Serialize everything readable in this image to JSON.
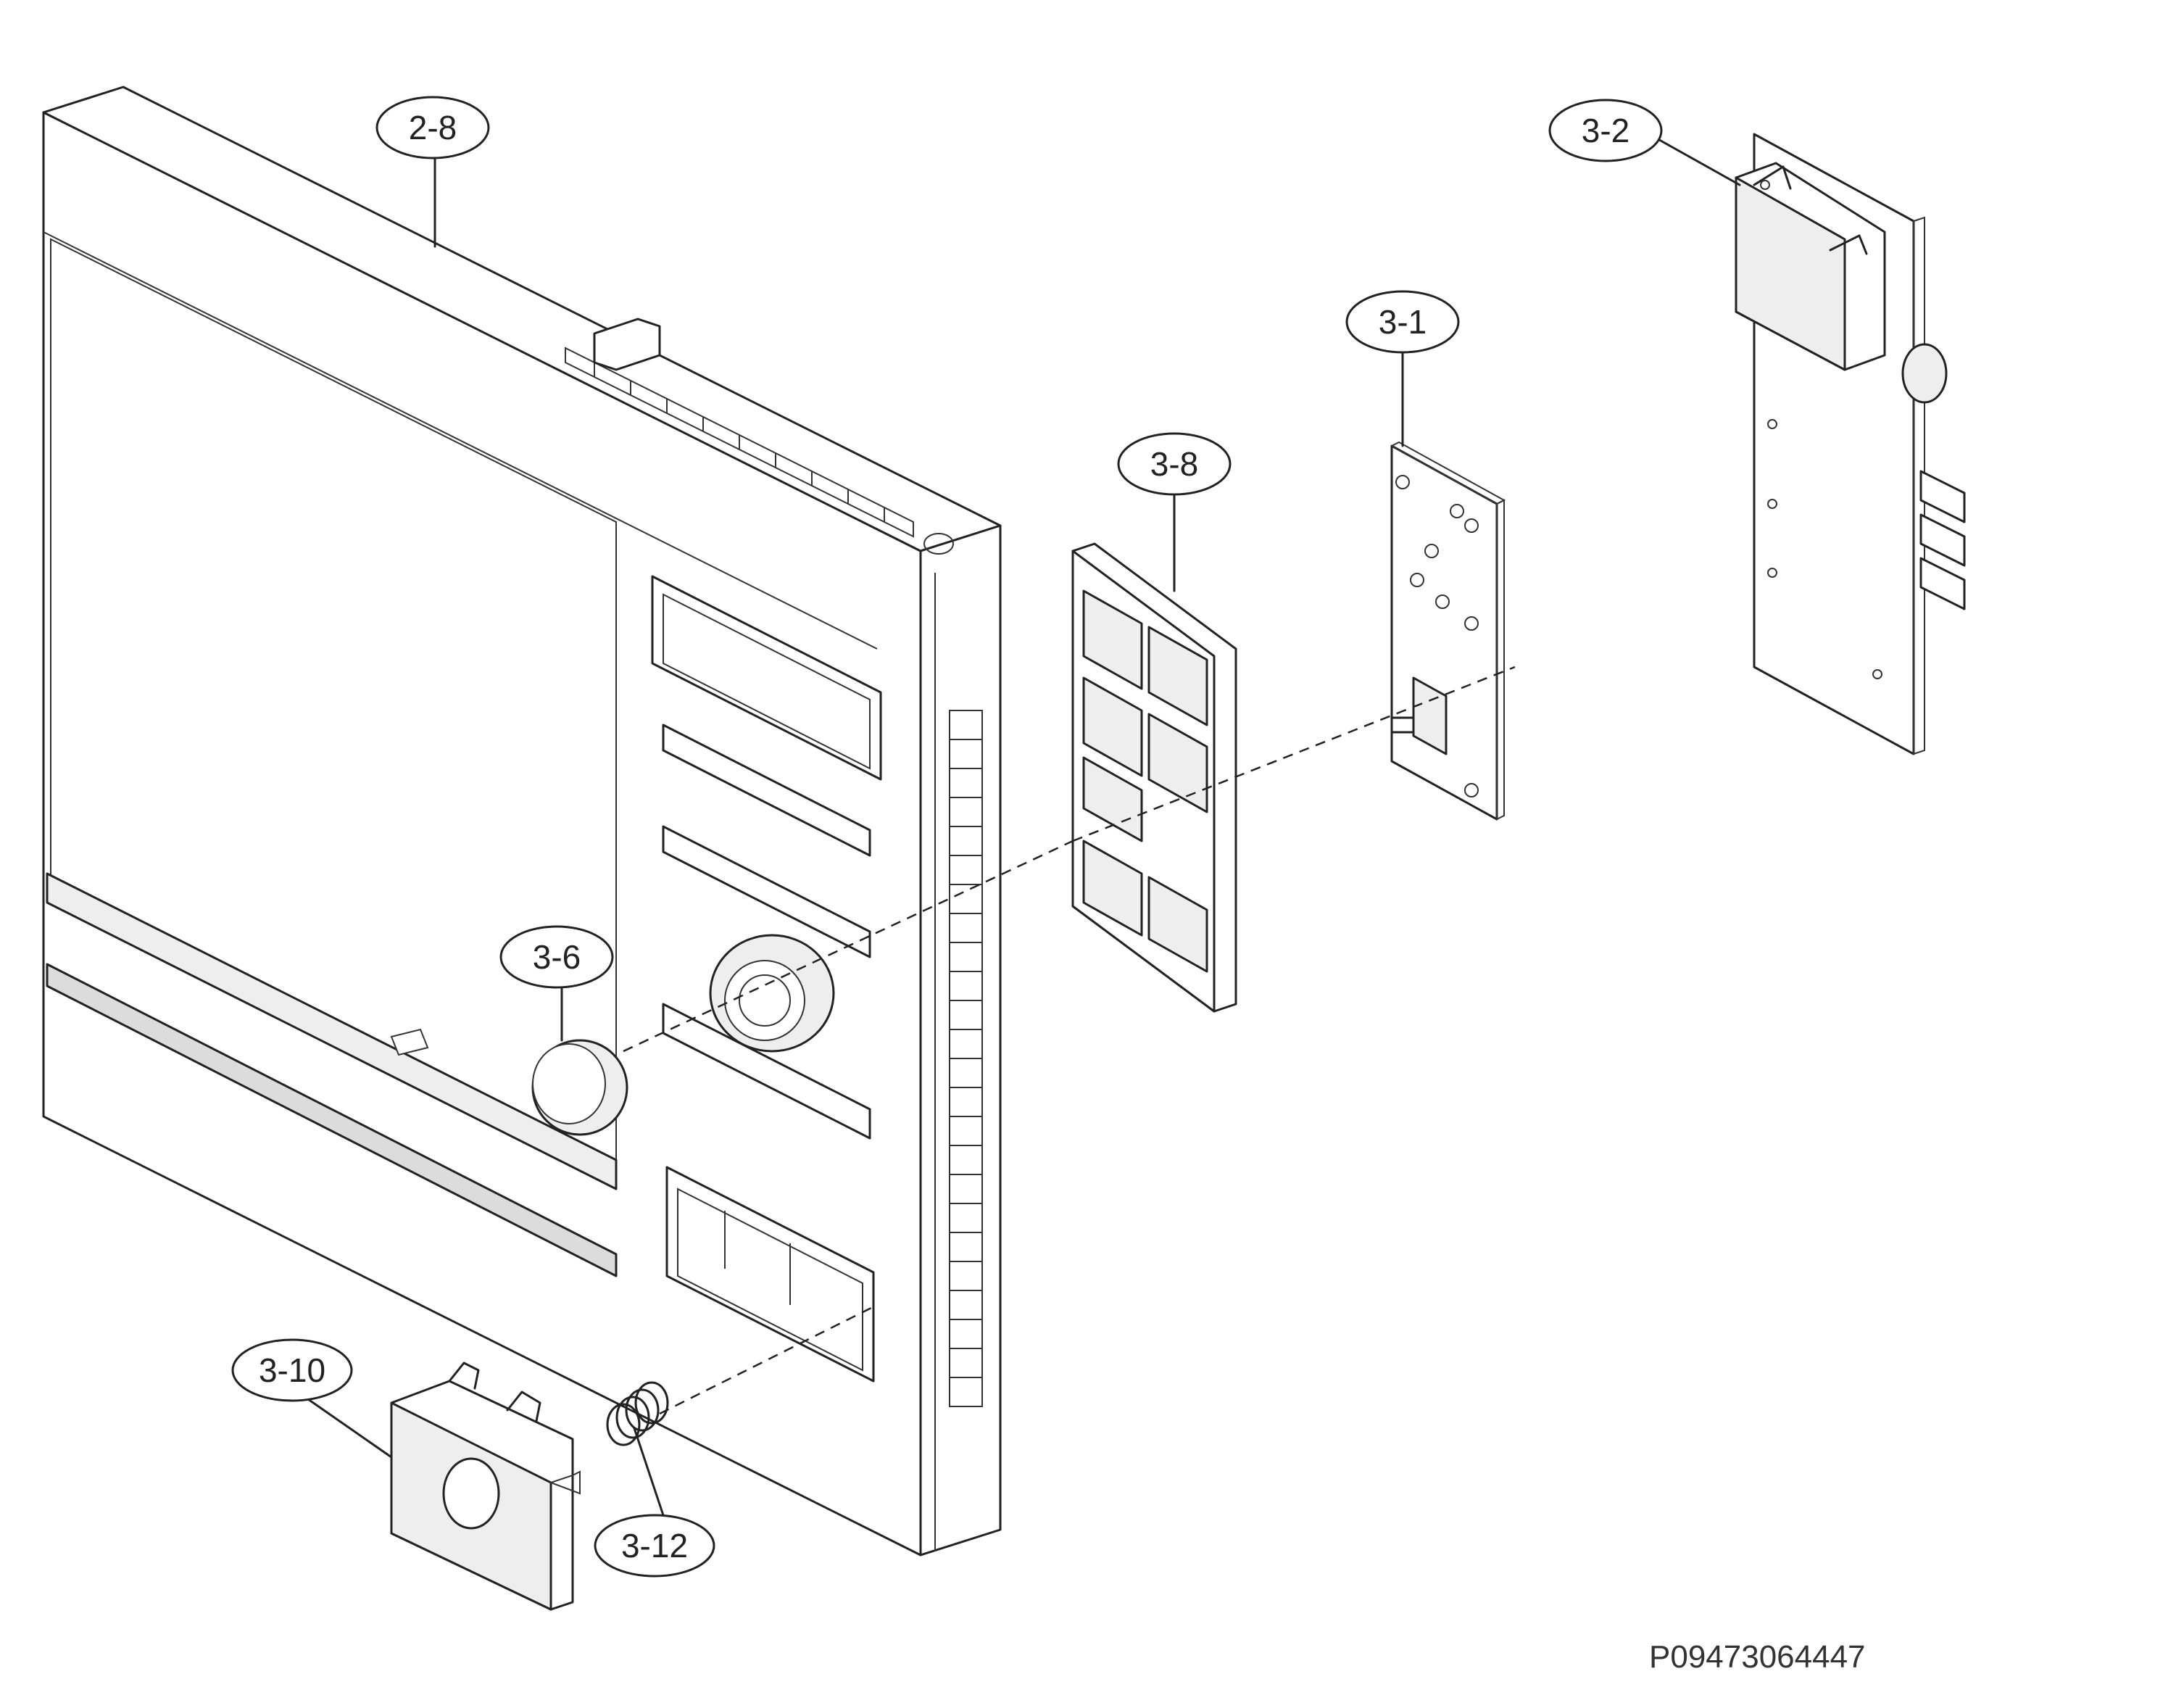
{
  "diagram": {
    "callouts": [
      {
        "id": "2-8",
        "label": "2-8"
      },
      {
        "id": "3-2",
        "label": "3-2"
      },
      {
        "id": "3-1",
        "label": "3-1"
      },
      {
        "id": "3-8",
        "label": "3-8"
      },
      {
        "id": "3-6",
        "label": "3-6"
      },
      {
        "id": "3-10",
        "label": "3-10"
      },
      {
        "id": "3-12",
        "label": "3-12"
      }
    ],
    "reference_code": "P09473064447"
  }
}
